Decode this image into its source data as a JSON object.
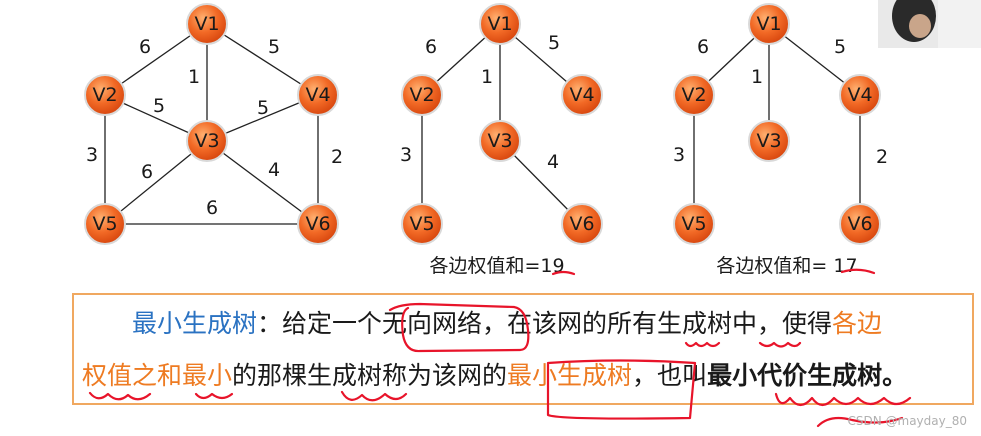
{
  "graphs": [
    {
      "id": "original",
      "nodes": [
        {
          "id": "V1",
          "label": "V1"
        },
        {
          "id": "V2",
          "label": "V2"
        },
        {
          "id": "V3",
          "label": "V3"
        },
        {
          "id": "V4",
          "label": "V4"
        },
        {
          "id": "V5",
          "label": "V5"
        },
        {
          "id": "V6",
          "label": "V6"
        }
      ],
      "edges": [
        {
          "from": "V1",
          "to": "V2",
          "weight": "6"
        },
        {
          "from": "V1",
          "to": "V3",
          "weight": "1"
        },
        {
          "from": "V1",
          "to": "V4",
          "weight": "5"
        },
        {
          "from": "V2",
          "to": "V3",
          "weight": "5"
        },
        {
          "from": "V3",
          "to": "V4",
          "weight": "5"
        },
        {
          "from": "V2",
          "to": "V5",
          "weight": "3"
        },
        {
          "from": "V3",
          "to": "V5",
          "weight": "6"
        },
        {
          "from": "V3",
          "to": "V6",
          "weight": "4"
        },
        {
          "from": "V4",
          "to": "V6",
          "weight": "2"
        },
        {
          "from": "V5",
          "to": "V6",
          "weight": "6"
        }
      ],
      "sum_label": ""
    },
    {
      "id": "spanning-tree-19",
      "nodes": [
        {
          "id": "V1",
          "label": "V1"
        },
        {
          "id": "V2",
          "label": "V2"
        },
        {
          "id": "V3",
          "label": "V3"
        },
        {
          "id": "V4",
          "label": "V4"
        },
        {
          "id": "V5",
          "label": "V5"
        },
        {
          "id": "V6",
          "label": "V6"
        }
      ],
      "edges": [
        {
          "from": "V1",
          "to": "V2",
          "weight": "6"
        },
        {
          "from": "V1",
          "to": "V3",
          "weight": "1"
        },
        {
          "from": "V1",
          "to": "V4",
          "weight": "5"
        },
        {
          "from": "V2",
          "to": "V5",
          "weight": "3"
        },
        {
          "from": "V3",
          "to": "V6",
          "weight": "4"
        }
      ],
      "sum_label": "各边权值和=19"
    },
    {
      "id": "spanning-tree-17",
      "nodes": [
        {
          "id": "V1",
          "label": "V1"
        },
        {
          "id": "V2",
          "label": "V2"
        },
        {
          "id": "V3",
          "label": "V3"
        },
        {
          "id": "V4",
          "label": "V4"
        },
        {
          "id": "V5",
          "label": "V5"
        },
        {
          "id": "V6",
          "label": "V6"
        }
      ],
      "edges": [
        {
          "from": "V1",
          "to": "V2",
          "weight": "6"
        },
        {
          "from": "V1",
          "to": "V3",
          "weight": "1"
        },
        {
          "from": "V1",
          "to": "V4",
          "weight": "5"
        },
        {
          "from": "V2",
          "to": "V5",
          "weight": "3"
        },
        {
          "from": "V4",
          "to": "V6",
          "weight": "2"
        }
      ],
      "sum_label": "各边权值和= 17"
    }
  ],
  "definition": {
    "term": "最小生成树",
    "part1": "：给定一个无向网络，在该网的所有生成树中，使得",
    "highlight1": "各边",
    "highlight2": "权值之和最小",
    "part2": "的那棵生成树称为该网的",
    "highlight3": "最小生成树",
    "part3": "，也叫",
    "bold_term": "最小代价生成树",
    "end": "。"
  },
  "watermark": "CSDN @mayday_80",
  "colors": {
    "node_fill": "#f05a1e",
    "node_highlight": "#ffb070",
    "term_blue": "#2a72c2",
    "highlight_orange": "#ee7b22",
    "box_border": "#f0a860",
    "annotation_red": "#e8142a"
  }
}
